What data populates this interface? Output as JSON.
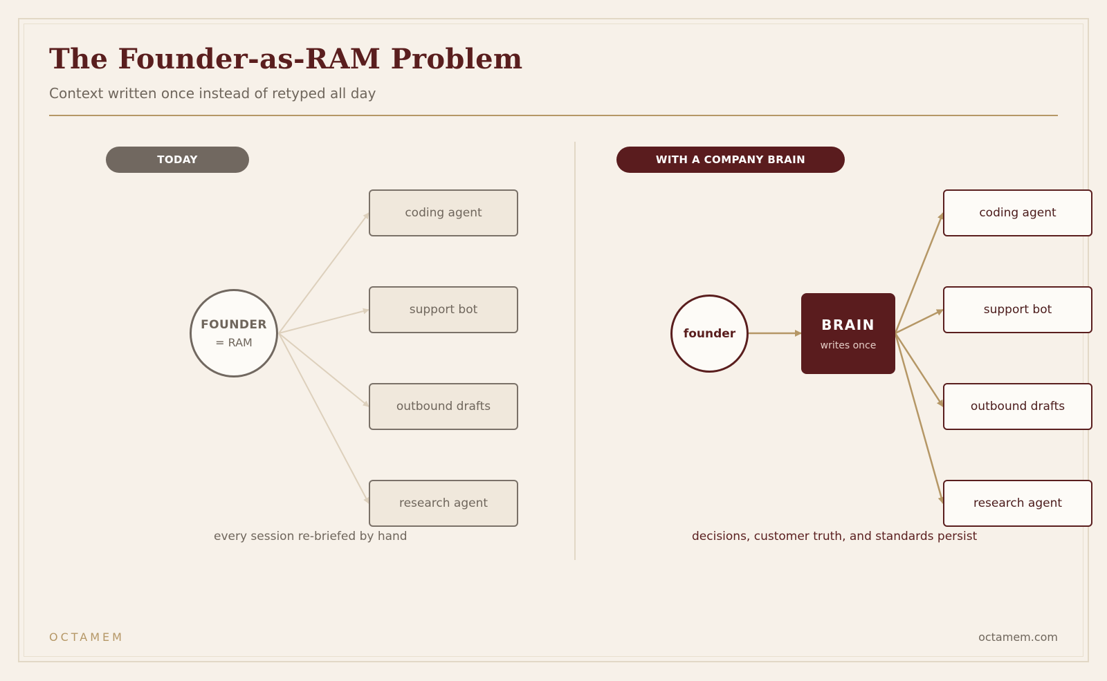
{
  "header": {
    "title": "The Founder-as-RAM Problem",
    "subtitle": "Context written once instead of retyped all day"
  },
  "left": {
    "badge": "TODAY",
    "hub_line1": "FOUNDER",
    "hub_line2": "= RAM",
    "targets": [
      "coding agent",
      "support bot",
      "outbound drafts",
      "research agent"
    ],
    "caption": "every session re-briefed by hand"
  },
  "right": {
    "badge": "WITH A COMPANY BRAIN",
    "source": "founder",
    "brain_title": "BRAIN",
    "brain_sub": "writes once",
    "targets": [
      "coding agent",
      "support bot",
      "outbound drafts",
      "research agent"
    ],
    "caption": "decisions, customer truth, and standards persist"
  },
  "footer": {
    "brand": "OCTAMEM",
    "url": "octamem.com"
  },
  "colors": {
    "background": "#f7f1e9",
    "accent_maroon": "#5a1c1e",
    "accent_gold": "#b59766",
    "muted_gray": "#716860",
    "faded_arrow": "#ddd0bc"
  }
}
